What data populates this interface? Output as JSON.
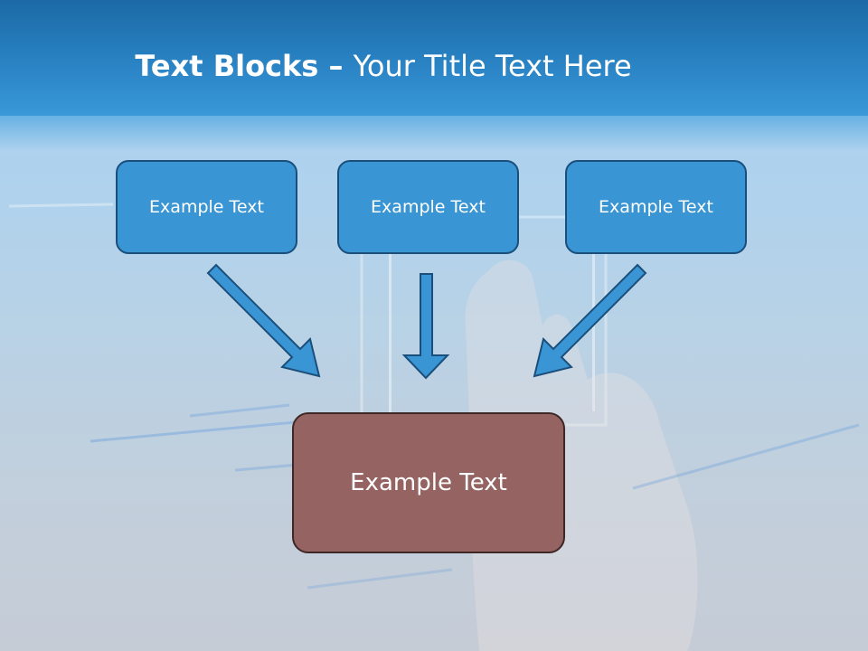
{
  "header": {
    "title_bold": "Text Blocks",
    "title_separator": " – ",
    "title_rest": "Your Title Text Here"
  },
  "boxes": {
    "left": "Example Text",
    "middle": "Example Text",
    "right": "Example Text",
    "bottom": "Example Text"
  },
  "colors": {
    "header": "#2b85c6",
    "box_fill": "#3a95d4",
    "box_border": "#1a4f7c",
    "target_fill": "#956462",
    "target_border": "#3f2726",
    "arrow_fill": "#3a95d4",
    "arrow_stroke": "#1a4f7c"
  }
}
